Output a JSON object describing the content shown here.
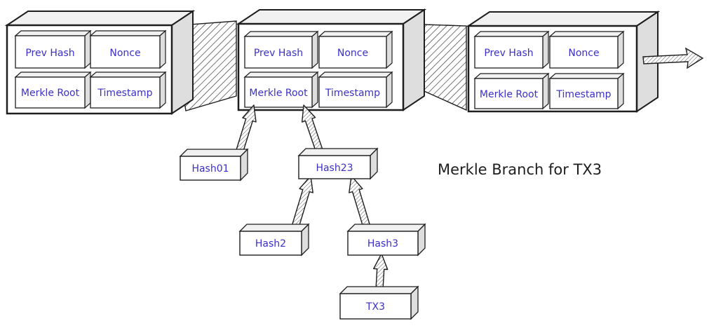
{
  "colors": {
    "stroke": "#1e1e1e",
    "label": "#3a30c9",
    "face": "#ffffff",
    "top": "#f1f1f1",
    "side": "#dedede",
    "hatch": "#3c3c3c"
  },
  "blocks": [
    {
      "fields": {
        "prev_hash": "Prev Hash",
        "nonce": "Nonce",
        "merkle_root": "Merkle Root",
        "timestamp": "Timestamp"
      }
    },
    {
      "fields": {
        "prev_hash": "Prev Hash",
        "nonce": "Nonce",
        "merkle_root": "Merkle Root",
        "timestamp": "Timestamp"
      }
    },
    {
      "fields": {
        "prev_hash": "Prev Hash",
        "nonce": "Nonce",
        "merkle_root": "Merkle Root",
        "timestamp": "Timestamp"
      }
    }
  ],
  "tree": {
    "hash01": "Hash01",
    "hash23": "Hash23",
    "hash2": "Hash2",
    "hash3": "Hash3",
    "tx3": "TX3"
  },
  "caption": "Merkle Branch for TX3"
}
